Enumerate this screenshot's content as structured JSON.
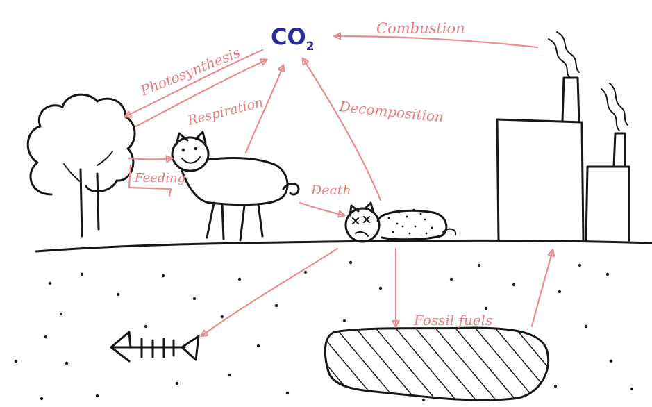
{
  "molecule": {
    "text": "CO",
    "subscript": "2",
    "color": "#2a2a9a"
  },
  "process_labels": {
    "photosynthesis": "Photosynthesis",
    "respiration": "Respiration",
    "feeding": "Feeding",
    "death": "Death",
    "decomposition": "Decomposition",
    "combustion": "Combustion",
    "fossil_fuels": "Fossil fuels"
  },
  "colors": {
    "arrows": "#ec8c8e",
    "labels": "#ea7c80",
    "ink": "#161616"
  },
  "icons": [
    "tree-icon",
    "cat-icon",
    "dead-cat-icon",
    "factory-icon",
    "fish-skeleton-icon",
    "fossil-fuel-deposit-icon"
  ]
}
